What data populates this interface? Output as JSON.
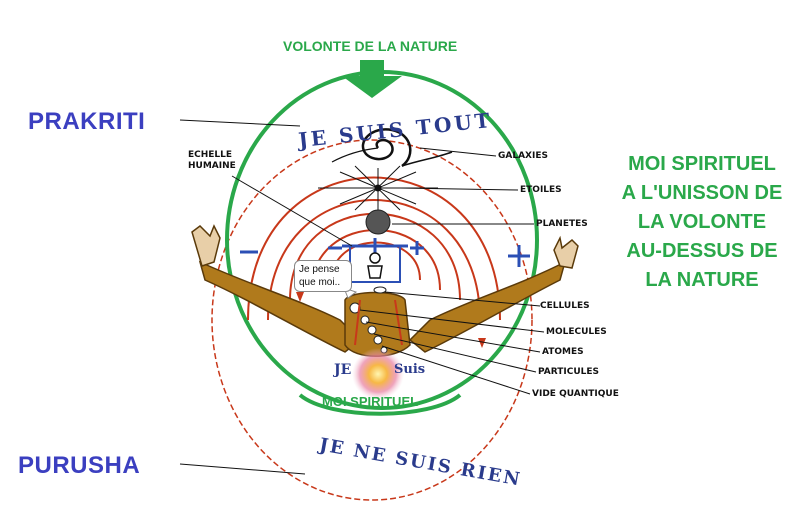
{
  "labels": {
    "top_title": "VOLONTE DE LA NATURE",
    "prakriti": "PRAKRITI",
    "purusha": "PURUSHA",
    "right_text": "MOI SPIRITUEL\nA L'UNISSON DE\nLA VOLONTE\nAU-DESSUS DE\nLA NATURE",
    "moi_spirituel": "MOI SPIRITUEL",
    "je_suis_tout": "JE SUIS TOUT",
    "je_ne_suis_rien": "JE NE SUIS RIEN",
    "je": "JE",
    "suis": "Suis",
    "echelle_humaine": "ECHELLE\nHUMAINE",
    "bubble": "Je pense\nque moi..",
    "galaxies": "GALAXIES",
    "etoiles": "ETOILES",
    "planetes": "PLANETES",
    "cellules": "CELLULES",
    "molecules": "MOLECULES",
    "atomes": "ATOMES",
    "particules": "PARTICULES",
    "vide_quantique": "VIDE QUANTIQUE",
    "minus": "−",
    "plus": "+"
  },
  "colors": {
    "green": "#2aa84a",
    "blue_title": "#3b3fc0",
    "red_arc": "#c8381a",
    "arm": "#b07a1c",
    "hand_text": "#2a3b8c"
  },
  "icons": [
    "down-arrow-icon",
    "spiral-galaxy-icon",
    "star-burst-icon",
    "planet-icon",
    "human-figure-icon",
    "sun-core-icon"
  ]
}
